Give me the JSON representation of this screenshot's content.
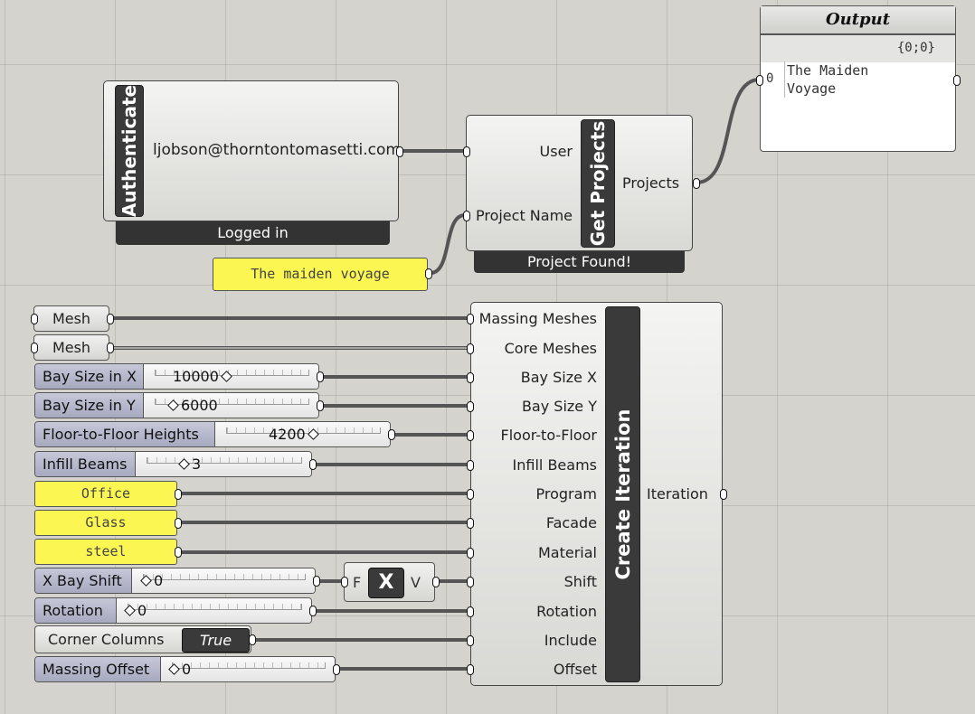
{
  "authenticate": {
    "title": "Authenticate",
    "email": "ljobson@thorntontomasetti.com",
    "status": "Logged in"
  },
  "get_projects": {
    "title": "Get Projects",
    "inputs": [
      "User",
      "Project Name"
    ],
    "output": "Projects",
    "status": "Project Found!"
  },
  "project_name_panel": {
    "text": "The maiden voyage"
  },
  "output_panel": {
    "title": "Output",
    "path": "{0;0}",
    "index": "0",
    "text": "The Maiden Voyage"
  },
  "mesh_params": [
    {
      "label": "Mesh"
    },
    {
      "label": "Mesh"
    }
  ],
  "sliders": [
    {
      "label": "Bay Size in X",
      "value": "10000"
    },
    {
      "label": "Bay Size in Y",
      "value": "6000"
    },
    {
      "label": "Floor-to-Floor Heights",
      "value": "4200"
    },
    {
      "label": "Infill Beams",
      "value": "3"
    },
    {
      "label": "X Bay Shift",
      "value": "0"
    },
    {
      "label": "Rotation",
      "value": "0"
    },
    {
      "label": "Massing Offset",
      "value": "0"
    }
  ],
  "text_panels": [
    {
      "text": "Office"
    },
    {
      "text": "Glass"
    },
    {
      "text": "steel"
    }
  ],
  "toggle_fv": {
    "false_label": "F",
    "center": "X",
    "true_label": "V"
  },
  "corner_columns": {
    "label": "Corner Columns",
    "value": "True"
  },
  "create_iteration": {
    "title": "Create Iteration",
    "inputs": [
      "Massing Meshes",
      "Core Meshes",
      "Bay Size X",
      "Bay Size Y",
      "Floor-to-Floor",
      "Infill Beams",
      "Program",
      "Facade",
      "Material",
      "Shift",
      "Rotation",
      "Include",
      "Offset"
    ],
    "output": "Iteration"
  },
  "colors": {
    "canvas": "#d4d3cd",
    "panel_yellow": "#fbf652",
    "wire": "#555555",
    "dark_label": "#3a3a3a",
    "slider_label": "#b4b6ca"
  }
}
